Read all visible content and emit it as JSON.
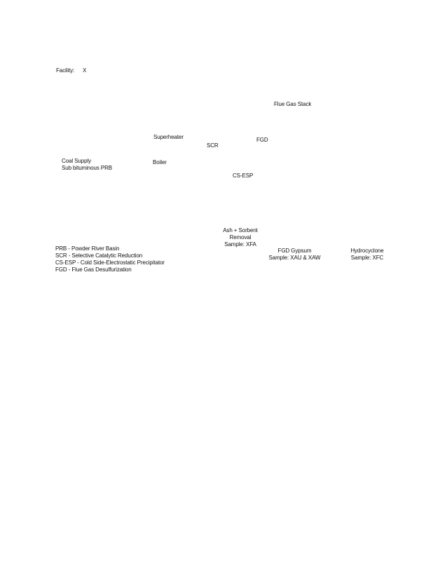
{
  "header": {
    "facility_label": "Facility:",
    "facility_value": "X"
  },
  "diagram": {
    "flue_gas_stack": "Flue Gas Stack",
    "superheater": "Superheater",
    "scr": "SCR",
    "fgd": "FGD",
    "coal_supply_line1": "Coal Supply",
    "coal_supply_line2": "Sub bituminous PRB",
    "boiler": "Boiler",
    "cs_esp": "CS-ESP",
    "ash_line1": "Ash + Sorbent",
    "ash_line2": "Removal",
    "ash_line3": "Sample: XFA",
    "fgd_gypsum_line1": "FGD Gypsum",
    "fgd_gypsum_line2": "Sample: XAU & XAW",
    "hydrocyclone_line1": "Hydrocyclone",
    "hydrocyclone_line2": "Sample: XFC"
  },
  "legend": {
    "items": [
      "PRB - Powder River Basin",
      "SCR - Selective Catalytic Reduction",
      "CS-ESP - Cold Side-Electrostatic Precipitator",
      "FGD - Flue Gas Desulfurization"
    ]
  }
}
